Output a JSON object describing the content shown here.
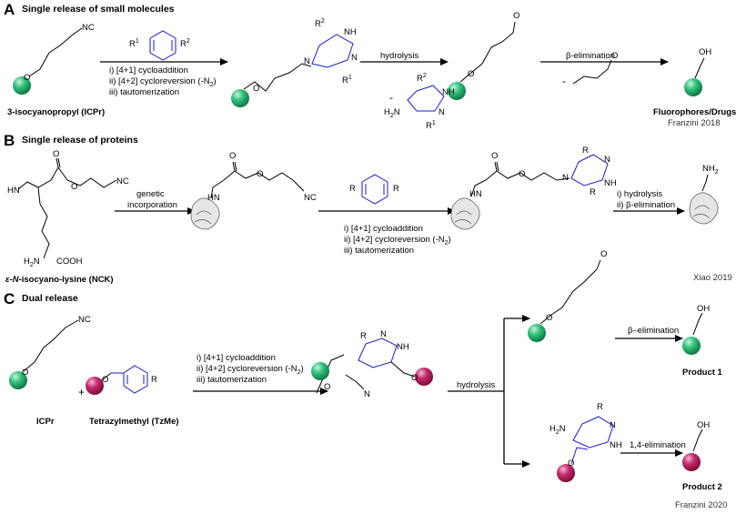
{
  "panels": {
    "A": {
      "letter": "A",
      "title": "Single release of small molecules",
      "reagent_label": "3-isocyanopropyl (ICPr)",
      "conditions": [
        "i) [4+1] cycloaddition",
        "ii) [4+2] cycloreversion (-N",
        "iii) tautomerization"
      ],
      "step2": "hydrolysis",
      "step3": "β-elimination",
      "product": "Fluorophores/Drugs",
      "citation": "Franzini 2018"
    },
    "B": {
      "letter": "B",
      "title": "Single release of proteins",
      "reagent_label_prefix": "ε-",
      "reagent_label_n": "N",
      "reagent_label_rest": "-isocyano-lysine (NCK)",
      "step1a": "genetic",
      "step1b": "incorporation",
      "conditions": [
        "i) [4+1] cycloaddition",
        "ii) [4+2] cycloreversion (-N",
        "iii) tautomerization"
      ],
      "step3": [
        "i) hydrolysis",
        "ii) β-elimination"
      ],
      "citation": "Xiao 2019"
    },
    "C": {
      "letter": "C",
      "title": "Dual release",
      "reagent1": "ICPr",
      "reagent2": "Tetrazylmethyl (TzMe)",
      "conditions": [
        "i) [4+1] cycloaddition",
        "ii) [4+2] cycloreversion (-N",
        "iii) tautomerization"
      ],
      "step2": "hydrolysis",
      "step3a": "β–elimination",
      "step3b": "1,4-elimination",
      "product1": "Product 1",
      "product2": "Product 2",
      "citation": "Franzini 2020"
    }
  },
  "atoms": {
    "NC": "NC",
    "N": "N",
    "NH": "NH",
    "HN": "HN",
    "R": "R",
    "R1": "R",
    "R2": "R",
    "sup1": "1",
    "sup2": "2",
    "sub2": "2",
    "close_paren": ")",
    "O": "O",
    "OH": "OH",
    "H2N": "H",
    "NH2": "NH",
    "COOH": "COOH",
    "minus": "-",
    "plus": "+"
  },
  "colors": {
    "green": "#1fae6a",
    "magenta": "#b4195c",
    "blue": "#1a1ad8",
    "red": "#e01010"
  }
}
